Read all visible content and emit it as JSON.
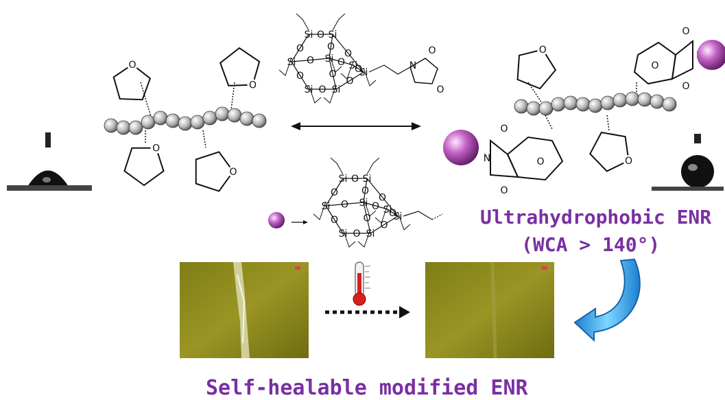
{
  "structure_labels": {
    "si": "Si",
    "o": "O",
    "n": "N"
  },
  "captions": {
    "ultrahydrophobic": "Ultrahydrophobic ENR",
    "wca": "(WCA > 140°)",
    "self_healable": "Self-healable modified ENR"
  },
  "colors": {
    "caption_purple": "#7a2fa3",
    "sphere_purple": "#b04bb3",
    "bead_grey": "#9a9a9a",
    "film_yellow": "#8c8a1c",
    "curved_arrow_blue": "#2fa6e6",
    "thermometer_red": "#d62020"
  },
  "icons": {
    "thermometer": "thermometer-icon",
    "curved_arrow": "curved-arrow-icon",
    "reversible_arrow": "double-headed-arrow-icon",
    "dotted_arrow": "dotted-arrow-icon"
  }
}
